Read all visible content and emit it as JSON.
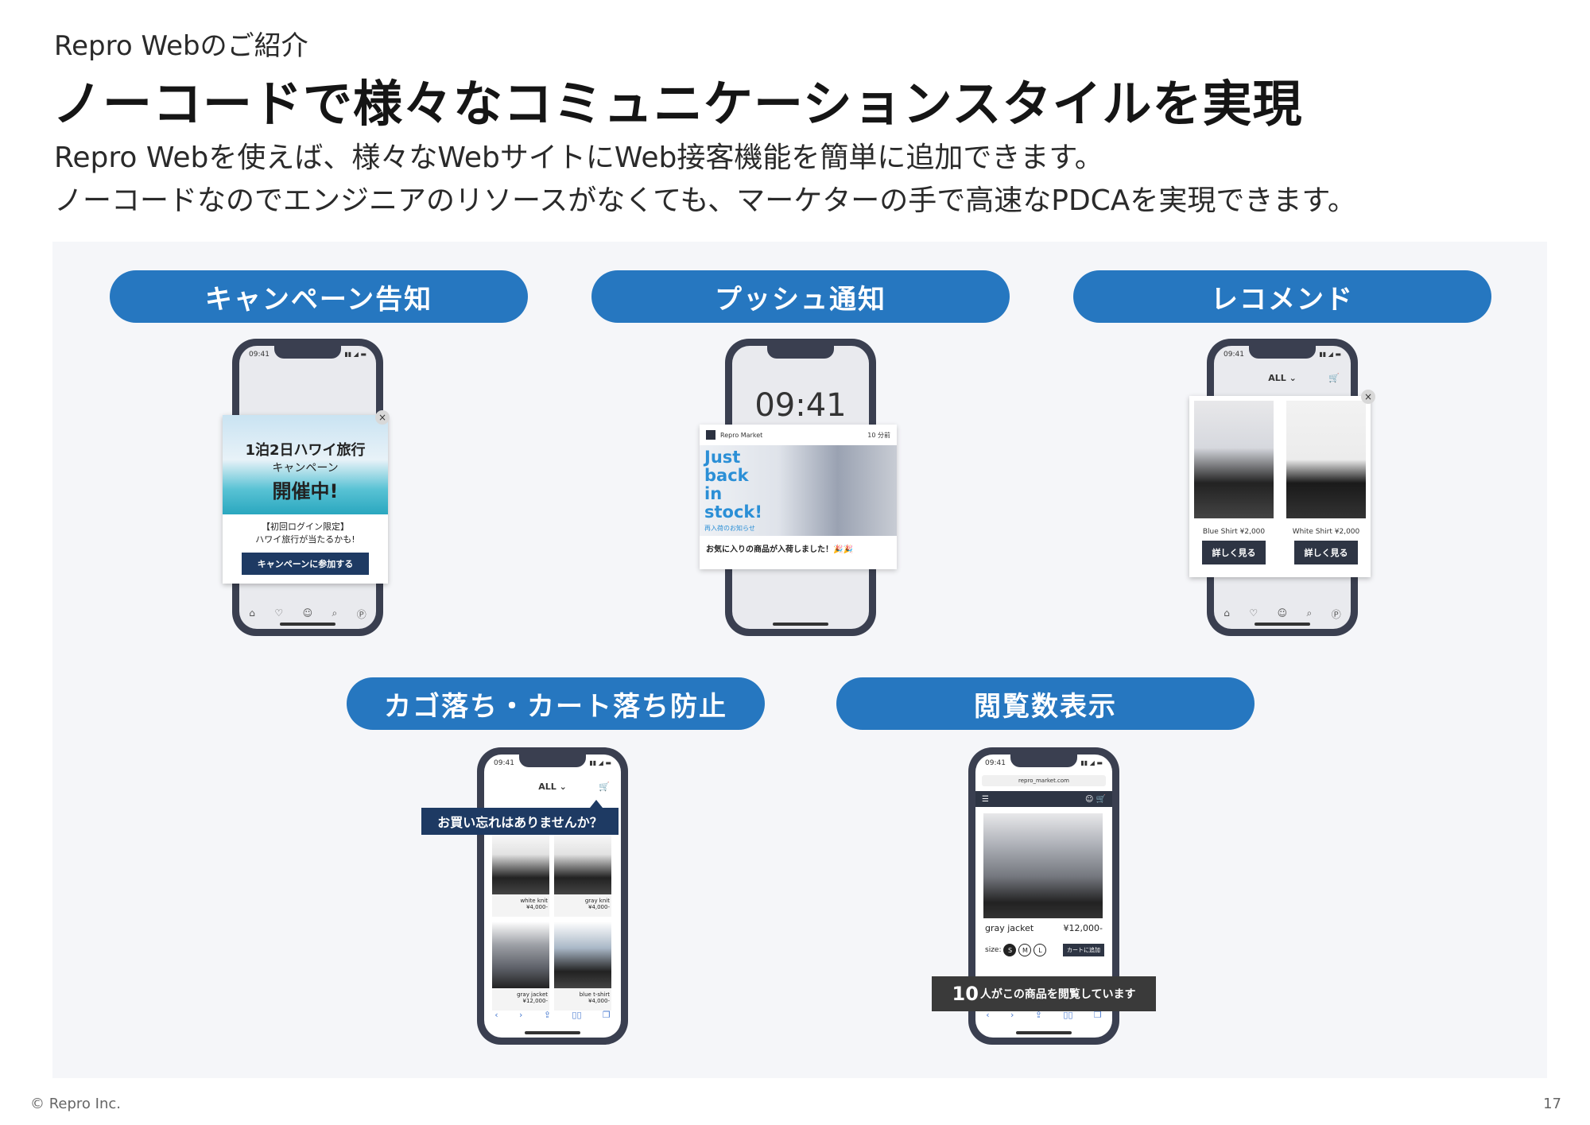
{
  "header": {
    "eyebrow": "Repro Webのご紹介",
    "title": "ノーコードで様々なコミュニケーションスタイルを実現",
    "body_line1": "Repro Webを使えば、様々なWebサイトにWeb接客機能を簡単に追加できます。",
    "body_line2": "ノーコードなのでエンジニアのリソースがなくても、マーケターの手で高速なPDCAを実現できます。"
  },
  "cards": [
    {
      "label": "キャンペーン告知",
      "status_time": "09:41",
      "popup": {
        "title_line1": "1泊2日ハワイ旅行",
        "title_line2": "キャンペーン",
        "title_line3": "開催中!",
        "desc_line1": "【初回ログイン限定】",
        "desc_line2": "ハワイ旅行が当たるかも!",
        "cta": "キャンペーンに参加する"
      }
    },
    {
      "label": "プッシュ通知",
      "clock": "09:41",
      "notification": {
        "app": "Repro Market",
        "time": "10 分前",
        "headline": "Just back in stock!",
        "sub": "再入荷のお知らせ",
        "message": "お気に入りの商品が入荷しました！🎉🎉"
      }
    },
    {
      "label": "レコメンド",
      "status_time": "09:41",
      "nav_all": "ALL",
      "items": [
        {
          "name": "Blue Shirt ¥2,000",
          "button": "詳しく見る"
        },
        {
          "name": "White Shirt ¥2,000",
          "button": "詳しく見る"
        }
      ]
    },
    {
      "label": "カゴ落ち・カート落ち防止",
      "status_time": "09:41",
      "nav_all": "ALL",
      "tooltip": "お買い忘れはありませんか？",
      "products": [
        {
          "name": "white knit",
          "price": "¥4,000-"
        },
        {
          "name": "gray knit",
          "price": "¥4,000-"
        },
        {
          "name": "gray jacket",
          "price": "¥12,000-"
        },
        {
          "name": "blue t-shirt",
          "price": "¥4,000-"
        }
      ]
    },
    {
      "label": "閲覧数表示",
      "status_time": "09:41",
      "url": "repro_market.com",
      "product_name": "gray jacket",
      "product_price": "¥12,000-",
      "size_label": "size:",
      "sizes": [
        "S",
        "M",
        "L"
      ],
      "add_cart": "カートに追加",
      "viewers_count": "10",
      "viewers_text": "人がこの商品を閲覧しています"
    }
  ],
  "footer": {
    "copyright": "© Repro Inc.",
    "page": "17"
  },
  "colors": {
    "accent": "#2677c0",
    "navy": "#1e3a63",
    "panel": "#f5f6f9"
  }
}
